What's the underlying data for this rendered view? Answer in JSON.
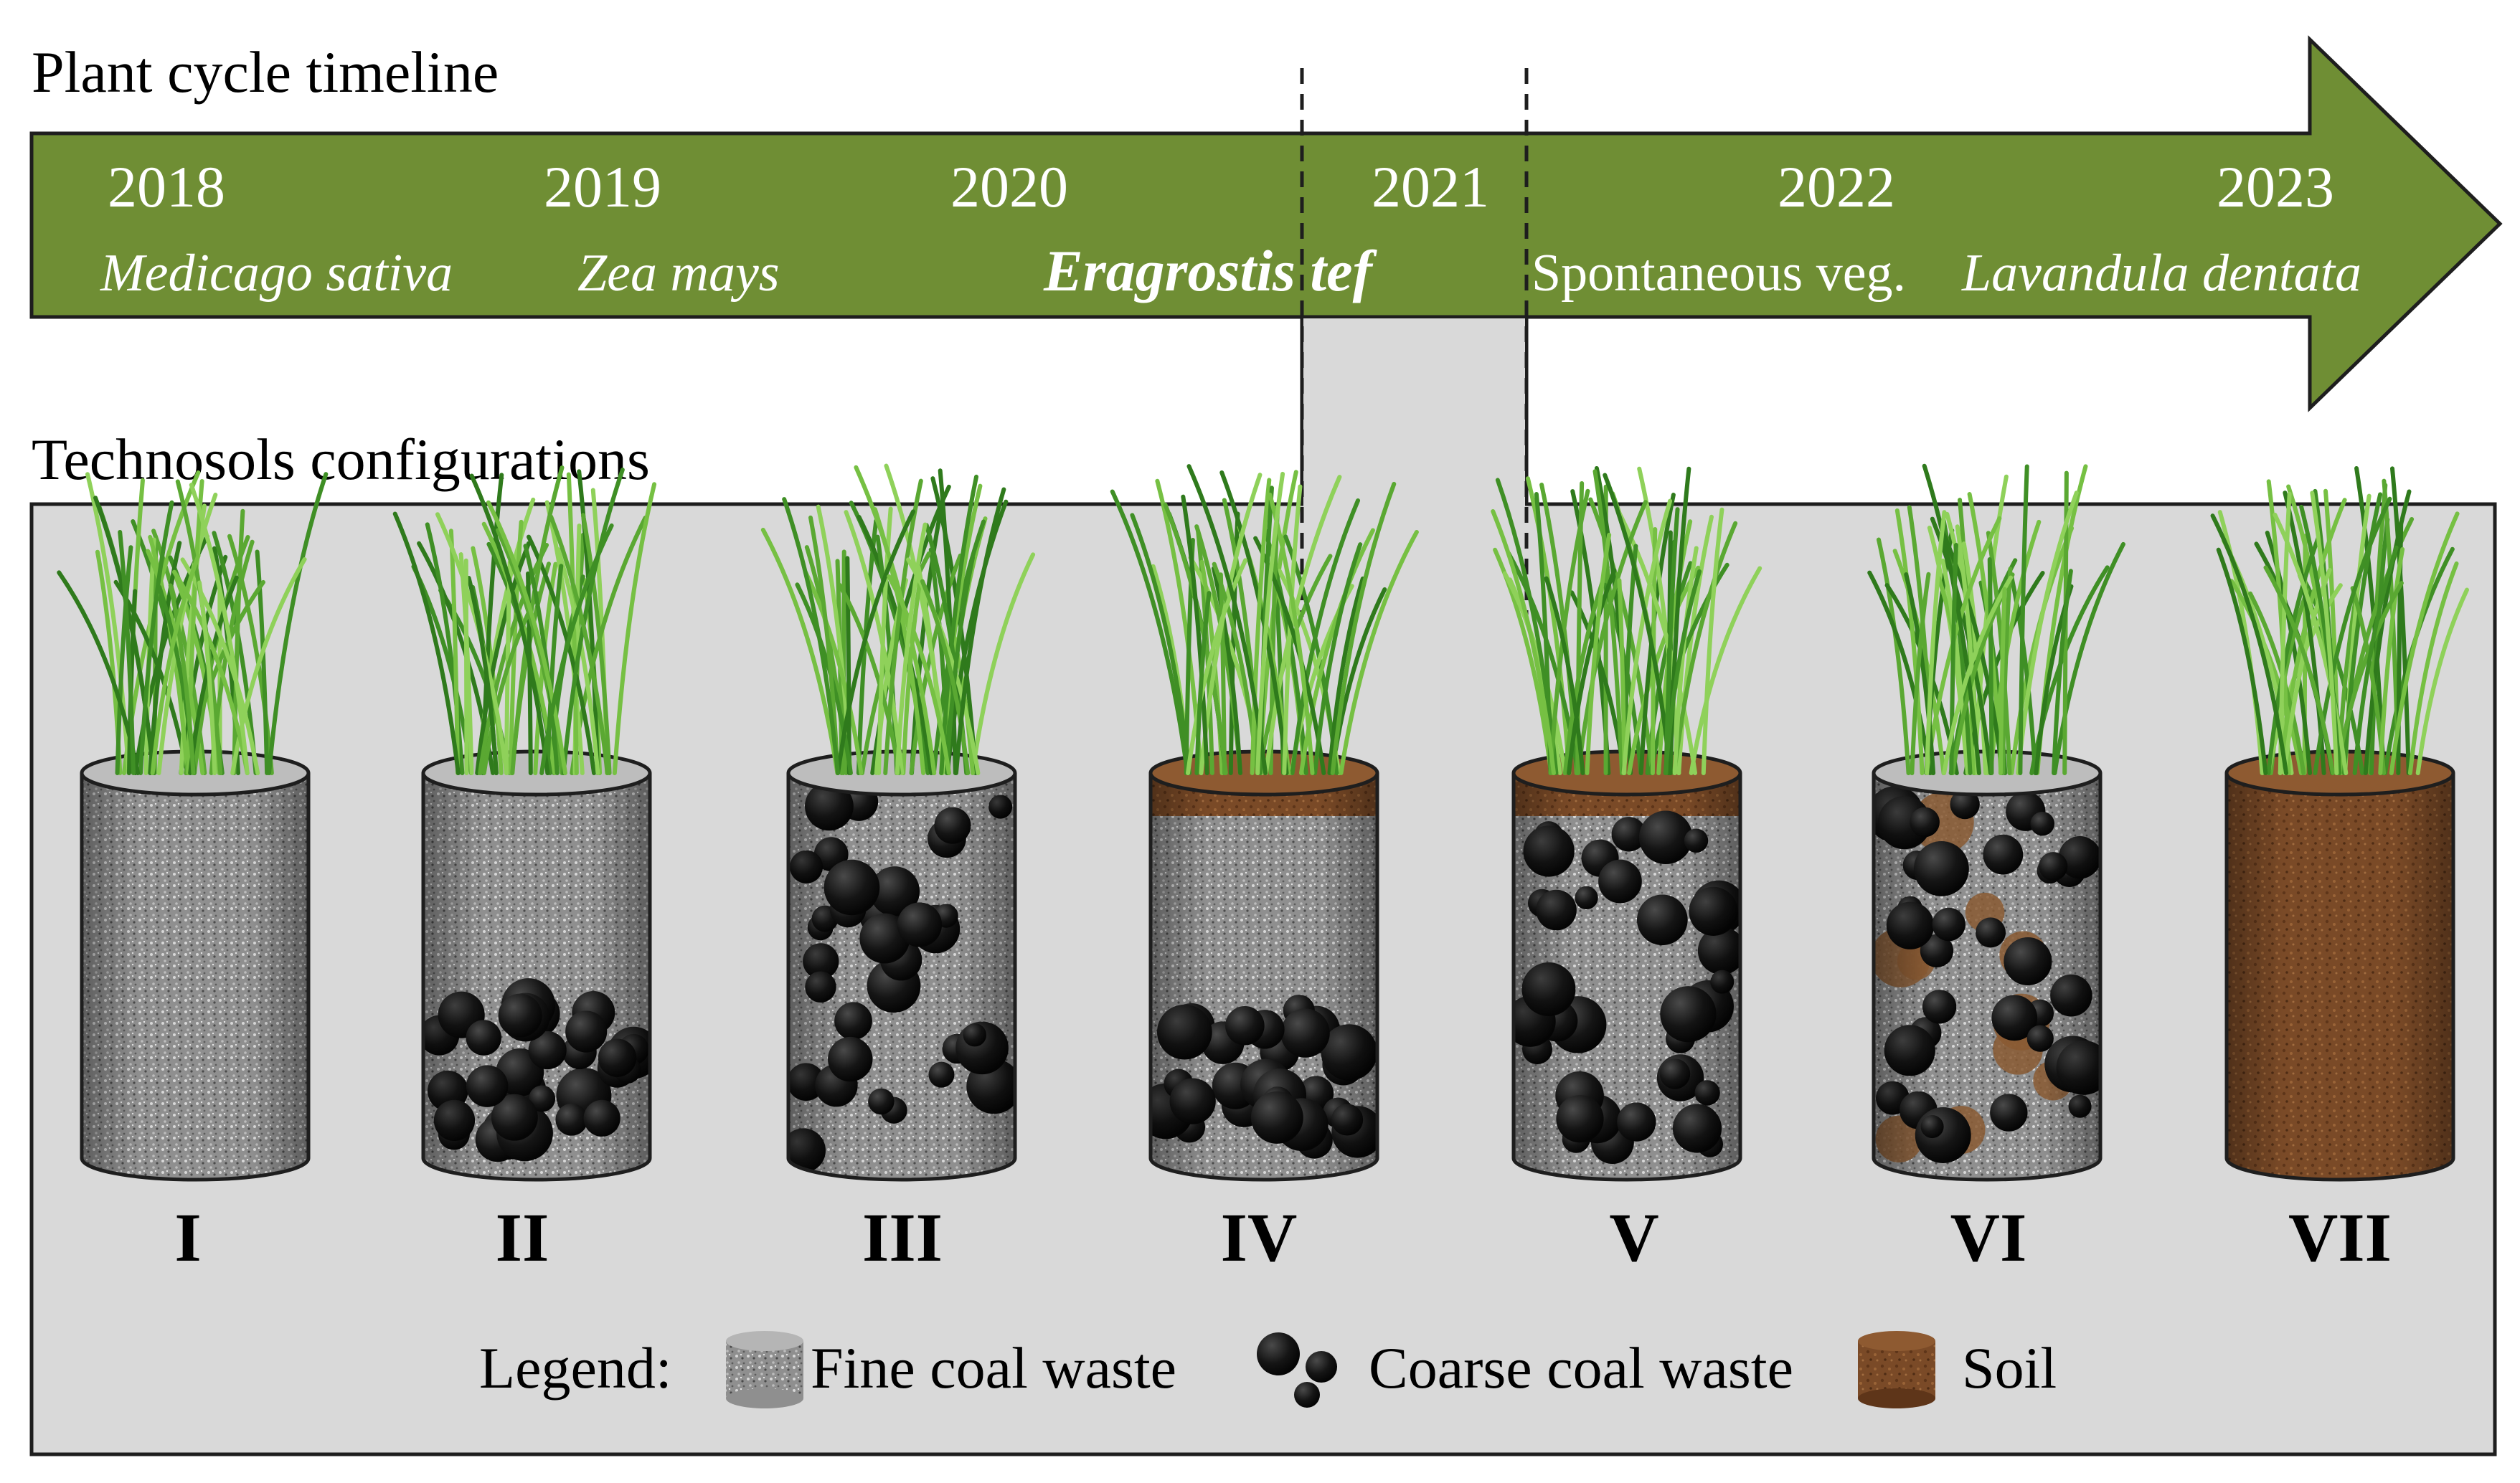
{
  "timeline": {
    "heading": "Plant cycle timeline",
    "years": [
      "2018",
      "2019",
      "2020",
      "2021",
      "2022",
      "2023"
    ],
    "plants": [
      {
        "label": "Medicago sativa",
        "style": "italic"
      },
      {
        "label": "Zea mays",
        "style": "italic"
      },
      {
        "label": "Eragrostis tef",
        "style": "bold-italic"
      },
      {
        "label": "Spontaneous veg.",
        "style": "normal"
      },
      {
        "label": "Lavandula dentata",
        "style": "italic"
      }
    ],
    "highlighted_plant": "Eragrostis tef"
  },
  "configurations": {
    "heading": "Technosols configurations",
    "columns": [
      {
        "id": "I",
        "top": "fine",
        "fill": "fine",
        "coarse": "none"
      },
      {
        "id": "II",
        "top": "fine",
        "fill": "fine",
        "coarse": "bottom"
      },
      {
        "id": "III",
        "top": "fine",
        "fill": "fine",
        "coarse": "scattered"
      },
      {
        "id": "IV",
        "top": "soil",
        "fill": "fine",
        "coarse": "bottom"
      },
      {
        "id": "V",
        "top": "soil",
        "fill": "fine",
        "coarse": "scattered"
      },
      {
        "id": "VI",
        "top": "fine",
        "fill": "fine",
        "coarse": "scattered-with-soil"
      },
      {
        "id": "VII",
        "top": "soil",
        "fill": "soil",
        "coarse": "none"
      }
    ]
  },
  "legend": {
    "title": "Legend:",
    "items": [
      {
        "label": "Fine coal waste",
        "icon": "fine-coal-waste-icon"
      },
      {
        "label": "Coarse coal waste",
        "icon": "coarse-coal-waste-icon"
      },
      {
        "label": "Soil",
        "icon": "soil-icon"
      }
    ]
  },
  "colors": {
    "arrow": "#6f8e34",
    "panel": "#d9d9d9",
    "fine": "#8c8c8c",
    "coarse": "#1a1a1a",
    "soil": "#7a4a27",
    "grass": "#5aa832"
  }
}
